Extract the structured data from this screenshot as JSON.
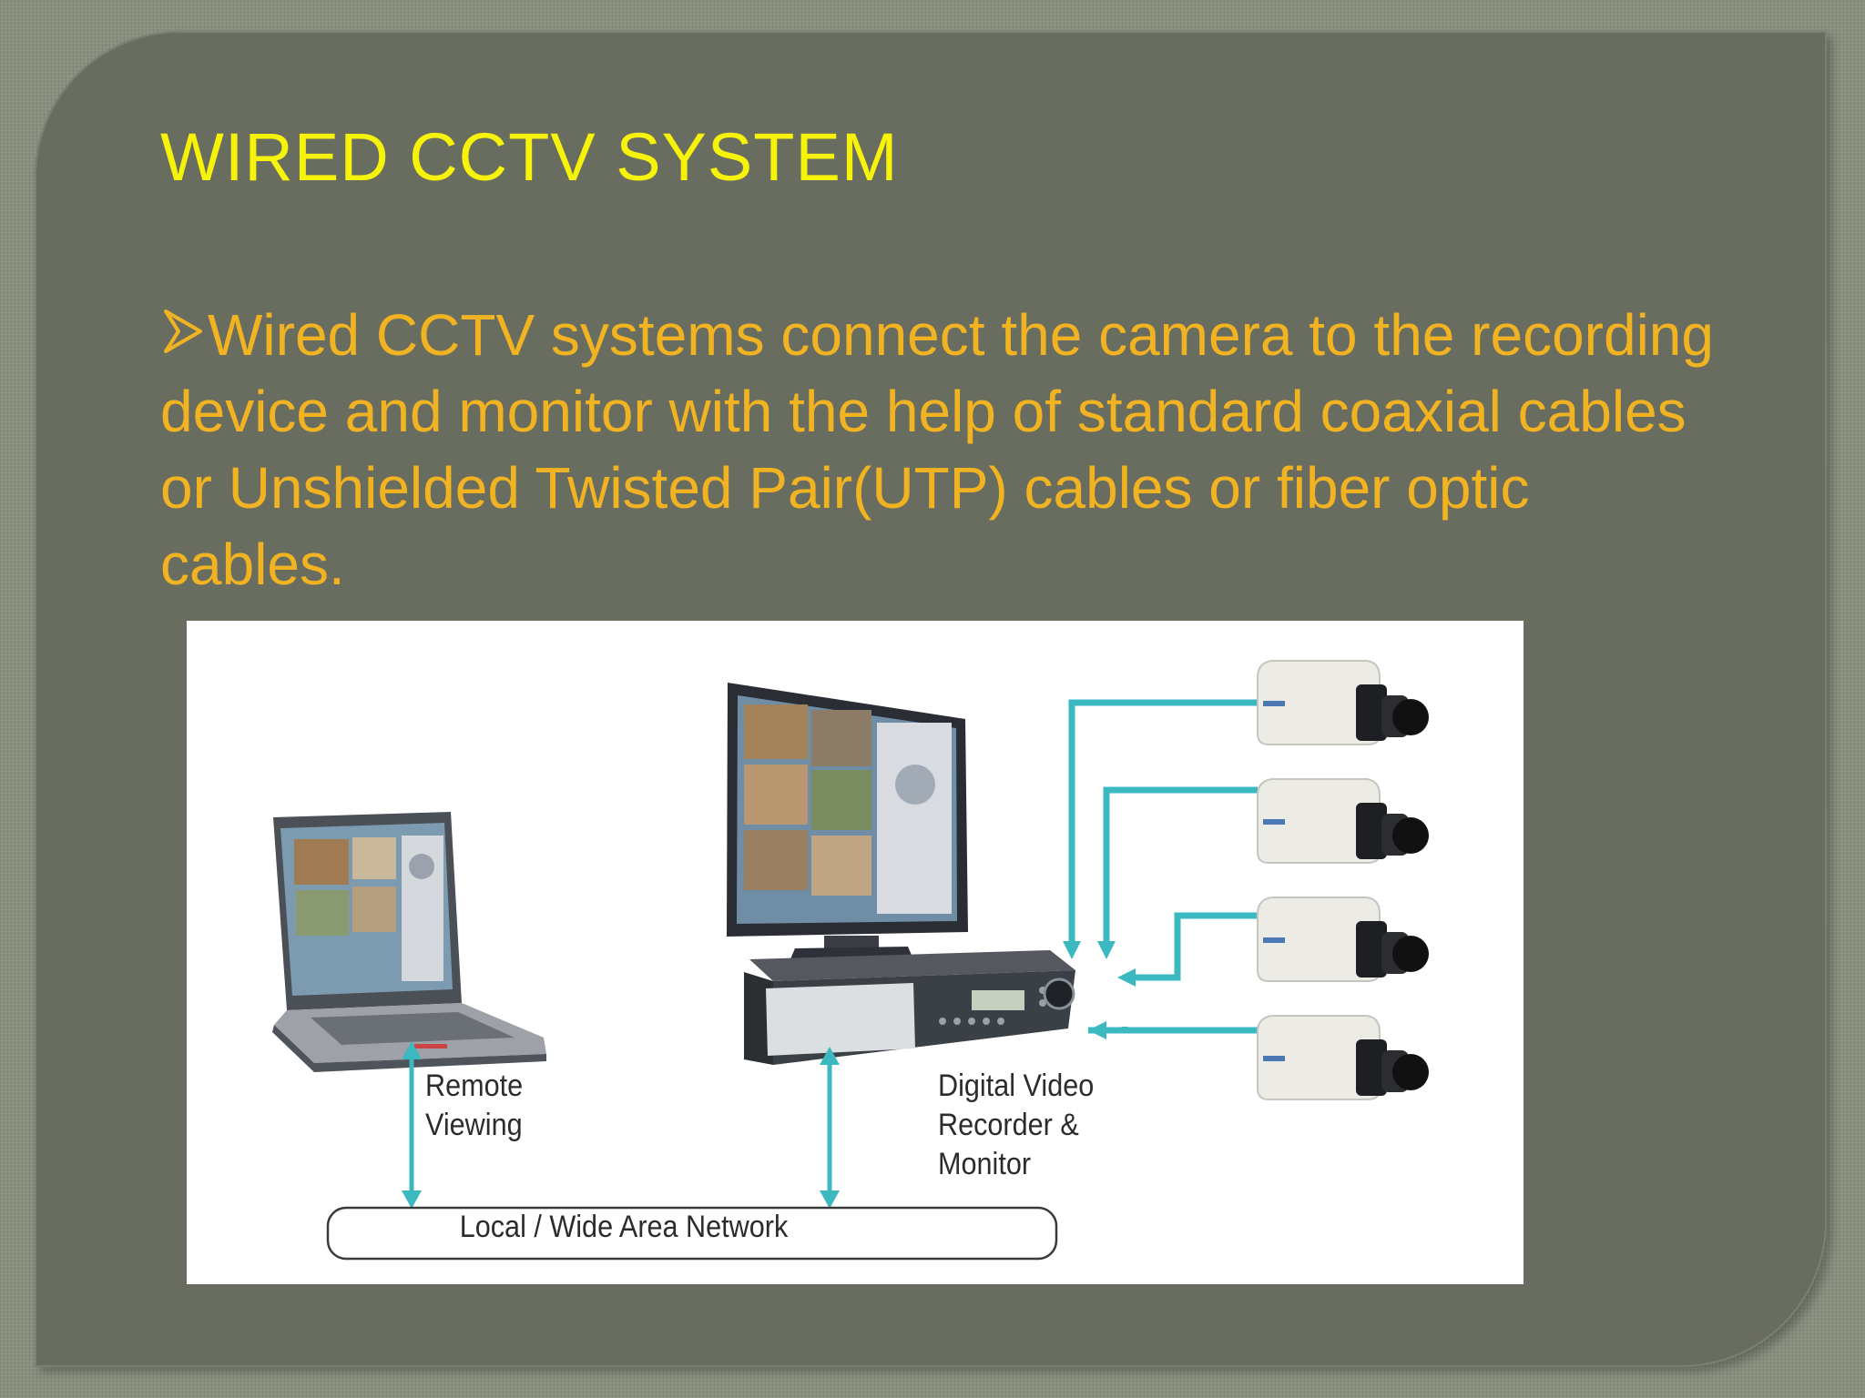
{
  "slide": {
    "title": "WIRED CCTV SYSTEM",
    "bullet_text": "Wired CCTV systems connect the camera to the recording device and monitor with the help of standard coaxial cables or Unshielded  Twisted Pair(UTP) cables or fiber optic cables."
  },
  "diagram": {
    "remote_viewing": [
      "Remote",
      "Viewing"
    ],
    "dvr_monitor": [
      "Digital Video",
      "Recorder &",
      "Monitor"
    ],
    "network": "Local / Wide Area Network",
    "colors": {
      "cable": "#3bb8c0",
      "title": "#f7f20a",
      "body": "#f2b322"
    }
  }
}
